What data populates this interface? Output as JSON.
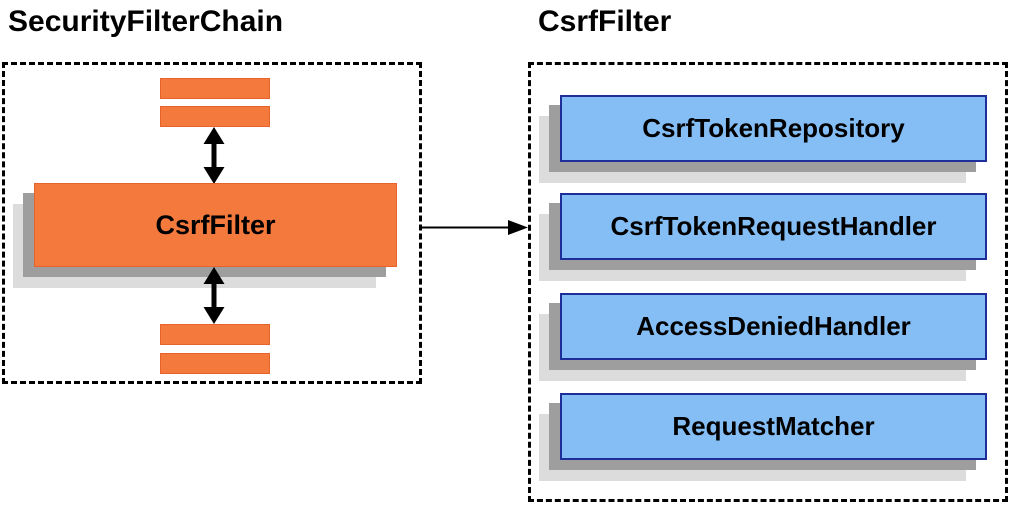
{
  "colors": {
    "orange_fill": "#F4793C",
    "orange_border": "#E8632C",
    "blue_fill": "#85BEF5",
    "blue_border": "#1F2F99",
    "shadow_dark": "#9E9E9E",
    "shadow_light": "#DCDCDC",
    "arrow": "#000000",
    "dash_border": "#000000"
  },
  "left_panel": {
    "title": "SecurityFilterChain",
    "filter_box_label": "CsrfFilter"
  },
  "right_panel": {
    "title": "CsrfFilter",
    "components": [
      "CsrfTokenRepository",
      "CsrfTokenRequestHandler",
      "AccessDeniedHandler",
      "RequestMatcher"
    ]
  }
}
